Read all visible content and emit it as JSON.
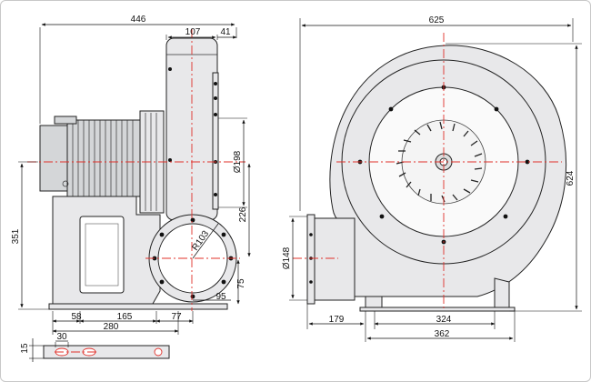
{
  "dimensions": {
    "overall_width_side": "446",
    "housing_width": "107",
    "outlet_offset": "41",
    "shaft_dia": "Ø198",
    "center_height_upper": "226",
    "base_height": "351",
    "inlet_radius": "R103",
    "inlet_offset": "95",
    "inlet_height": "75",
    "base_left": "58",
    "base_mid": "165",
    "base_right": "77",
    "base_total": "280",
    "slot_width": "30",
    "slot_height": "15",
    "overall_width_front": "625",
    "overall_height_front": "624",
    "outlet_dia": "Ø148",
    "outlet_offset_front": "179",
    "foot_span_inner": "324",
    "foot_span_outer": "362"
  },
  "colors": {
    "centerline": "#e0302a",
    "body_fill": "#e8e8ea",
    "outline": "#222222"
  }
}
